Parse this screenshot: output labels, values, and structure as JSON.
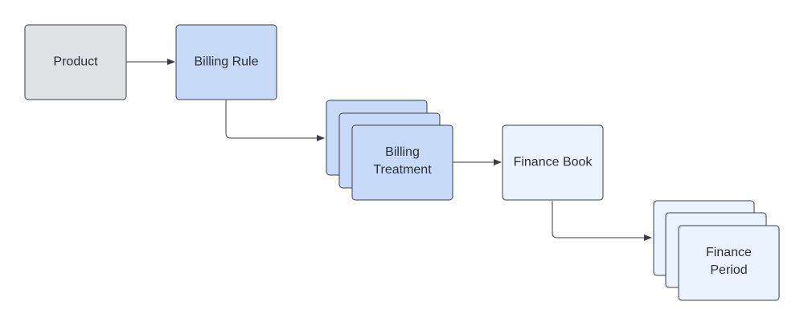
{
  "nodes": {
    "product": {
      "label": "Product"
    },
    "billing_rule": {
      "label": "Billing Rule"
    },
    "billing_treatment": {
      "label_line1": "Billing",
      "label_line2": "Treatment"
    },
    "finance_book": {
      "label": "Finance Book"
    },
    "finance_period": {
      "label_line1": "Finance",
      "label_line2": "Period"
    }
  },
  "colors": {
    "gray_fill": "#e0e2e5",
    "blue_fill": "#c7dbf9",
    "light_blue_fill": "#ebf3fe",
    "stroke": "#3a3d45",
    "connector": "#3a3d45"
  }
}
